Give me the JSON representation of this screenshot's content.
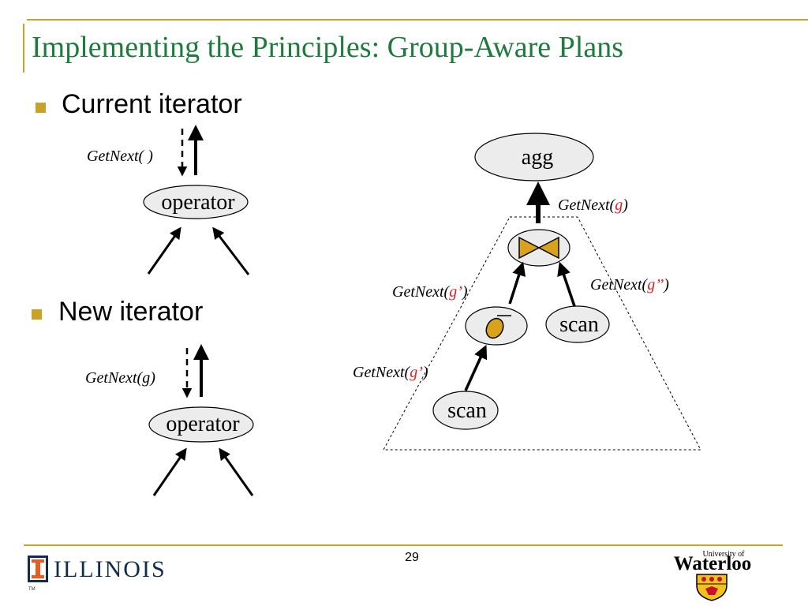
{
  "title": "Implementing the Principles: Group-Aware Plans",
  "bullets": [
    {
      "text": "Current iterator"
    },
    {
      "text": "New iterator"
    }
  ],
  "current_iterator": {
    "call_label": "GetNext( )",
    "node_label": "operator"
  },
  "new_iterator": {
    "call_label": "GetNext(g)",
    "node_label": "operator"
  },
  "plan": {
    "agg_label": "agg",
    "join_icon": "bowtie-join-icon",
    "select_icon": "sigma-select-icon",
    "scan_right_label": "scan",
    "scan_bottom_label": "scan",
    "edges": {
      "join_to_agg": {
        "prefix": "GetNext(",
        "arg": "g",
        "suffix": ")"
      },
      "select_to_join": {
        "prefix": "GetNext(",
        "arg": "g’",
        "suffix": ")"
      },
      "scan_to_join": {
        "prefix": "GetNext(",
        "arg": "g’’",
        "suffix": ")"
      },
      "scan_to_select": {
        "prefix": "GetNext(",
        "arg": "g’",
        "suffix": ")"
      }
    }
  },
  "footer": {
    "page_number": "29",
    "illinois_logo": "ILLINOIS",
    "illinois_tm": "TM",
    "waterloo_small": "University of",
    "waterloo_big": "Waterloo"
  },
  "colors": {
    "title": "#1f7a3e",
    "accent": "#c9a227",
    "highlight": "#e02020",
    "node_fill": "#ececec",
    "icon_fill": "#d9a21b"
  }
}
